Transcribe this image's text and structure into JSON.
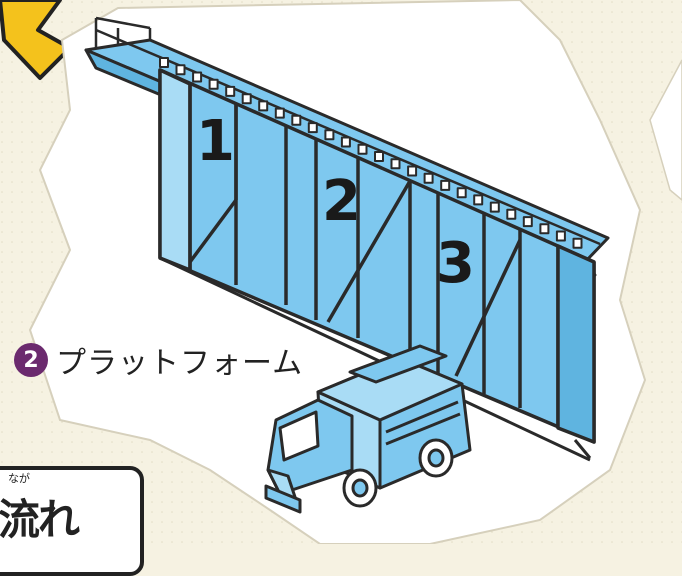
{
  "platform_label": {
    "number": "2",
    "text": "プラットフォーム"
  },
  "bay_numbers": [
    "1",
    "2",
    "3"
  ],
  "flow_box": {
    "ruby": "なが",
    "text": "流れ"
  },
  "colors": {
    "background": "#f6f2e2",
    "panel": "#ffffff",
    "bay_fill": "#7ec8ef",
    "outline": "#2a2a2a",
    "badge": "#6b2a6e",
    "arrow": "#f4c21c"
  }
}
